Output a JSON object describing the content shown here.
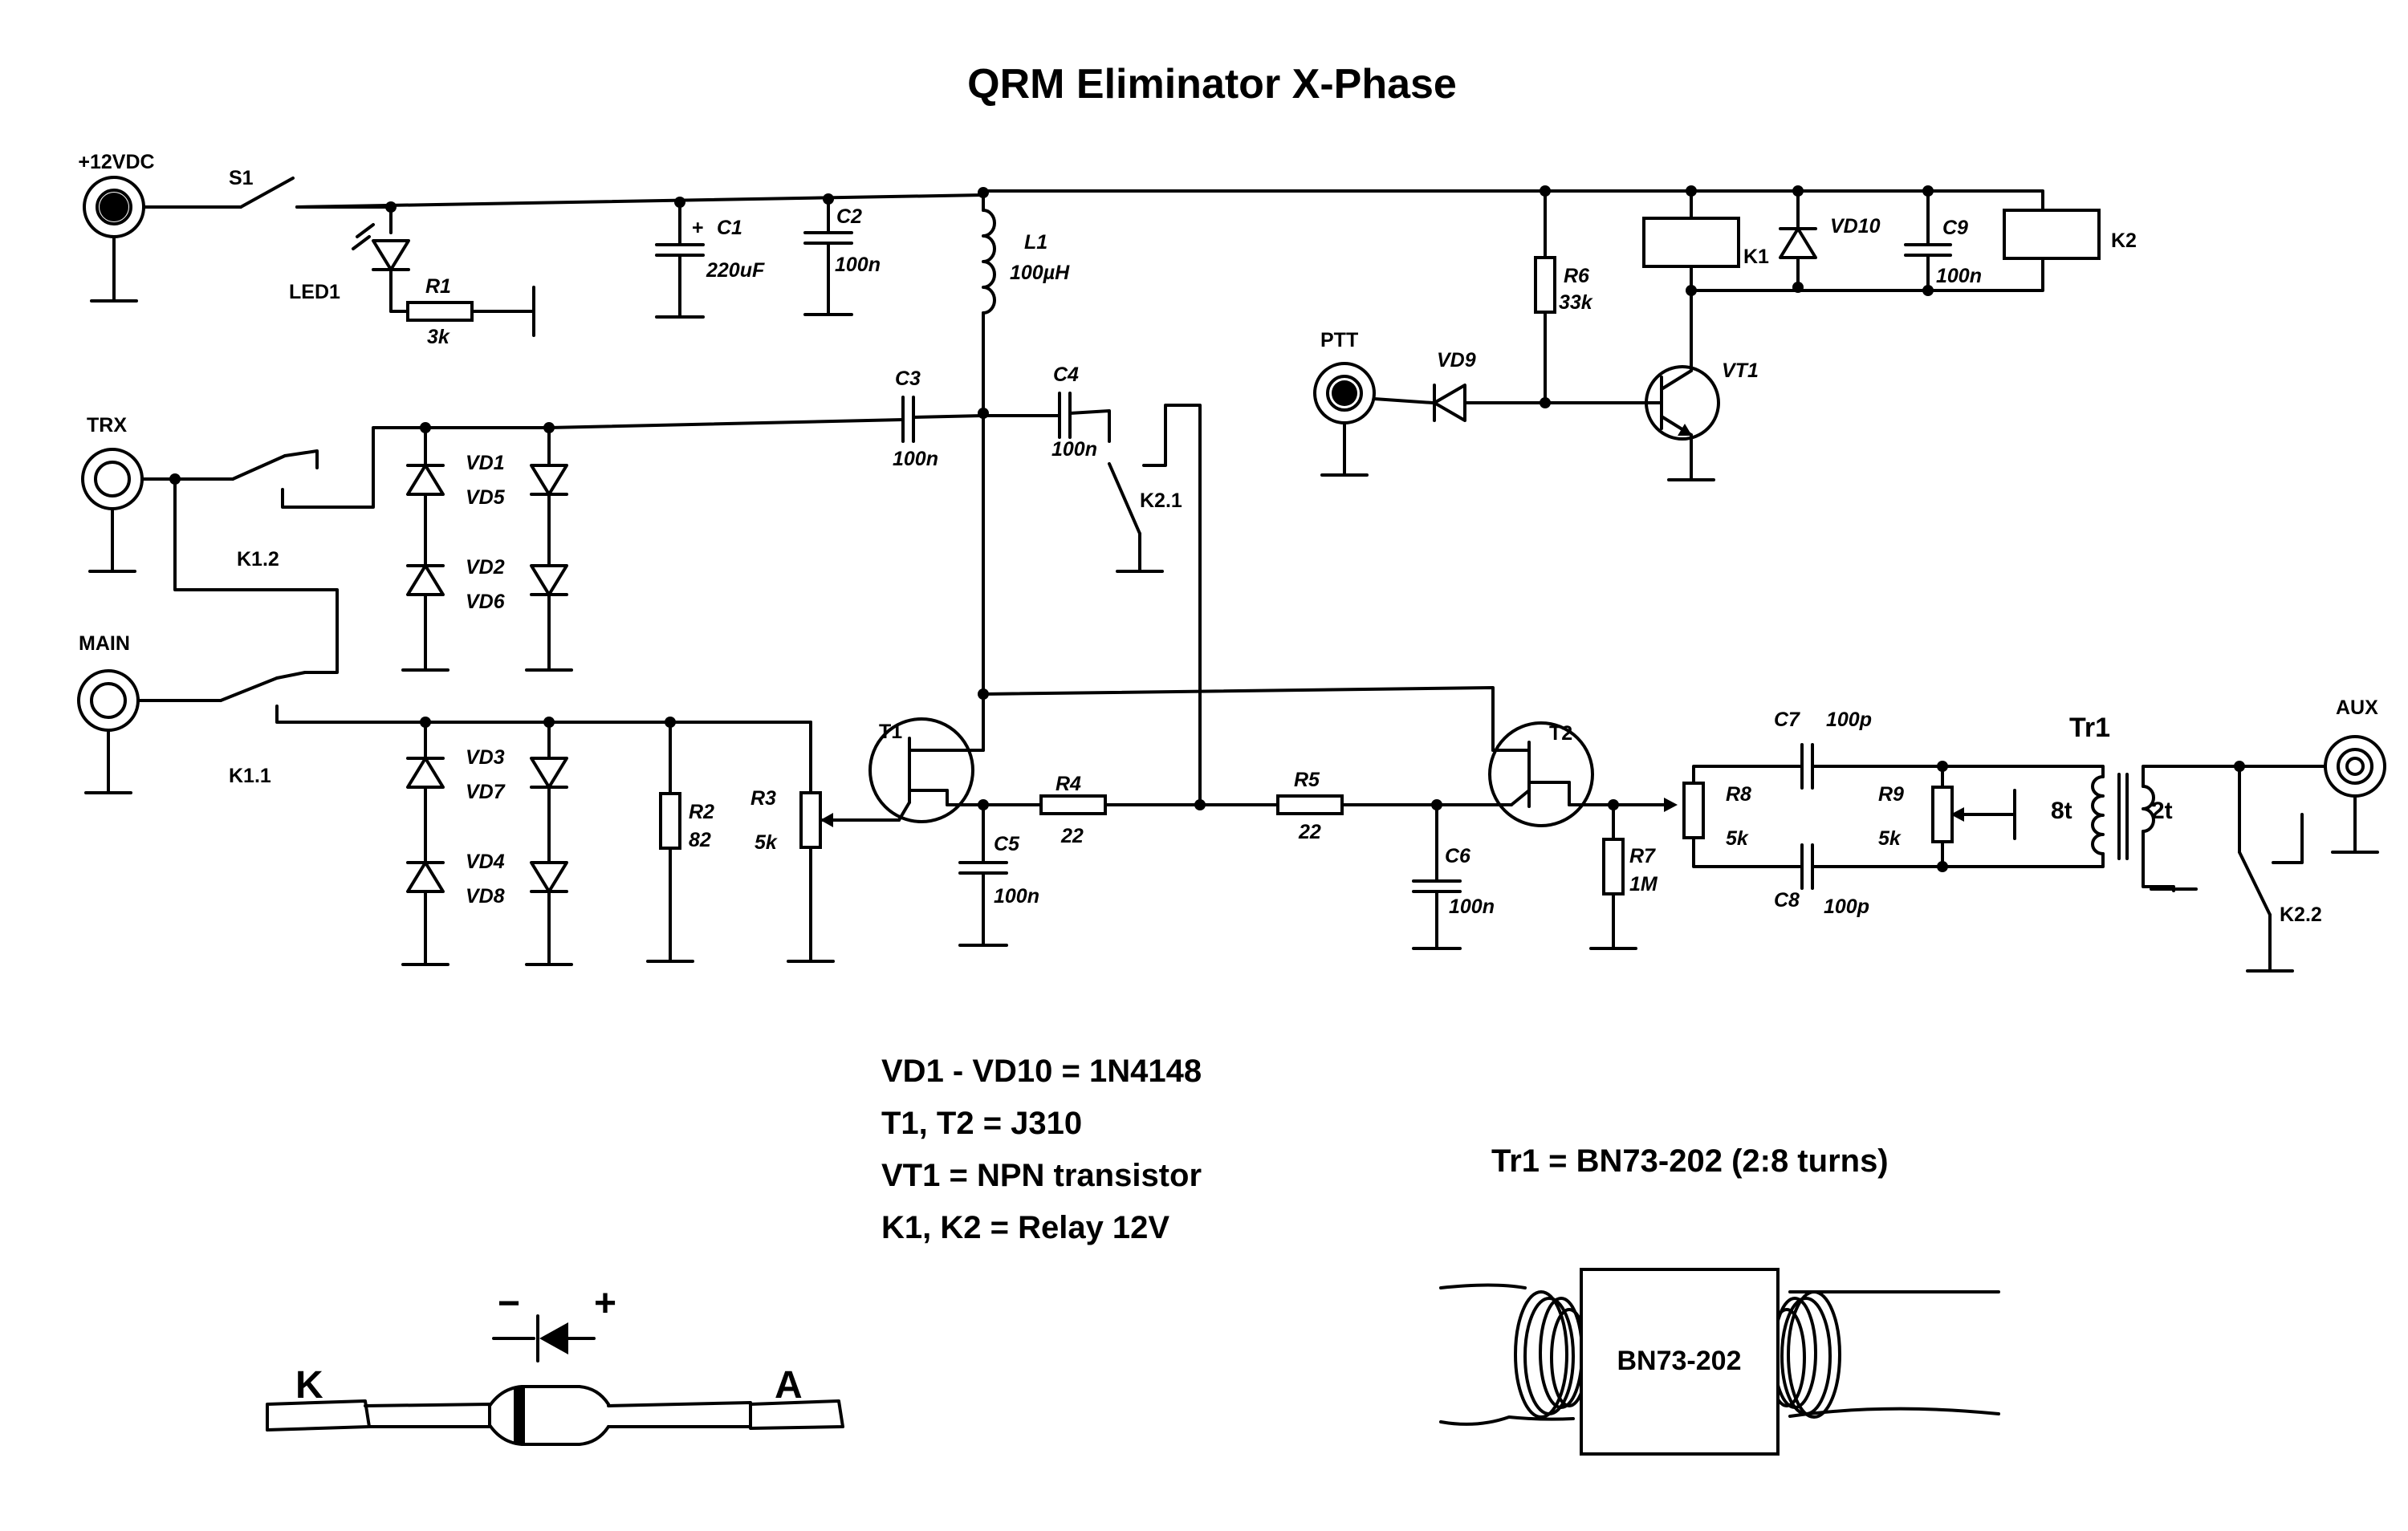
{
  "title": "QRM Eliminator X-Phase",
  "connectors": {
    "power": "+12VDC",
    "trx": "TRX",
    "main": "MAIN",
    "ptt": "PTT",
    "aux": "AUX"
  },
  "components": {
    "s1": "S1",
    "led1": "LED1",
    "r1": {
      "ref": "R1",
      "value": "3k"
    },
    "c1": {
      "ref": "C1",
      "value": "220uF",
      "polarity": "+"
    },
    "c2": {
      "ref": "C2",
      "value": "100n"
    },
    "l1": {
      "ref": "L1",
      "value": "100µH"
    },
    "r6": {
      "ref": "R6",
      "value": "33k"
    },
    "k1": "K1",
    "vd10": "VD10",
    "c9": {
      "ref": "C9",
      "value": "100n"
    },
    "k2": "K2",
    "vd9": "VD9",
    "vt1": "VT1",
    "c3": {
      "ref": "C3",
      "value": "100n"
    },
    "c4": {
      "ref": "C4",
      "value": "100n"
    },
    "k2_1": "K2.1",
    "k1_2": "K1.2",
    "k1_1": "K1.1",
    "vd1": "VD1",
    "vd5": "VD5",
    "vd2": "VD2",
    "vd6": "VD6",
    "vd3": "VD3",
    "vd7": "VD7",
    "vd4": "VD4",
    "vd8": "VD8",
    "r2": {
      "ref": "R2",
      "value": "82"
    },
    "r3": {
      "ref": "R3",
      "value": "5k"
    },
    "t1": "T1",
    "t2": "T2",
    "c5": {
      "ref": "C5",
      "value": "100n"
    },
    "r4": {
      "ref": "R4",
      "value": "22"
    },
    "r5": {
      "ref": "R5",
      "value": "22"
    },
    "c6": {
      "ref": "C6",
      "value": "100n"
    },
    "r7": {
      "ref": "R7",
      "value": "1M"
    },
    "r8": {
      "ref": "R8",
      "value": "5k"
    },
    "c7": {
      "ref": "C7",
      "value": "100p"
    },
    "c8": {
      "ref": "C8",
      "value": "100p"
    },
    "r9": {
      "ref": "R9",
      "value": "5k"
    },
    "tr1": {
      "ref": "Tr1",
      "primary": "8t",
      "secondary": "2t"
    },
    "k2_2": "K2.2"
  },
  "notes": [
    "VD1 - VD10 = 1N4148",
    "T1, T2 = J310",
    "VT1 = NPN transistor",
    "K1, K2 = Relay 12V"
  ],
  "tr1_note": "Tr1 = BN73-202 (2:8 turns)",
  "diode_drawing": {
    "k": "K",
    "a": "A",
    "minus": "−",
    "plus": "+"
  },
  "core_drawing": {
    "label": "BN73-202"
  }
}
